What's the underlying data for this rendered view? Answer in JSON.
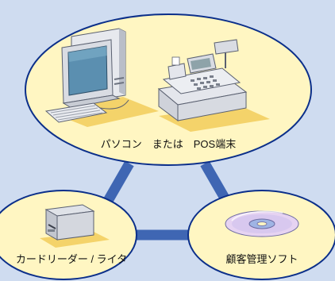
{
  "colors": {
    "background": "#cfdcf0",
    "circle_fill": "#fff6c2",
    "circle_stroke": "#0b2f8a",
    "connector": "#3f66b3"
  },
  "nodes": {
    "pc_pos": {
      "label": "パソコン　または　POS端末",
      "icons": [
        "desktop-computer-icon",
        "pos-register-icon"
      ]
    },
    "card_reader": {
      "label": "カードリーダー / ライタ",
      "icons": [
        "card-reader-icon"
      ]
    },
    "software": {
      "label": "顧客管理ソフト",
      "icons": [
        "cd-rom-icon"
      ]
    }
  }
}
